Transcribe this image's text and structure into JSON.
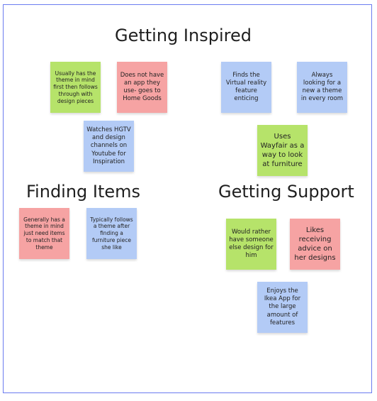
{
  "sections": {
    "inspired": "Getting Inspired",
    "finding": "Finding Items",
    "support": "Getting Support"
  },
  "notes": {
    "n1": "Usually has the theme in mind first then follows through with design pieces",
    "n2": "Does not have an app they use- goes to Home Goods",
    "n3": "Watches HGTV and design channels on Youtube for Inspiration",
    "n4": "Finds the Virtual reality feature enticing",
    "n5": "Always looking for a new a theme in every room",
    "n6": "Uses Wayfair as a way to look at furniture",
    "n7": "Generally has a theme in mind just need items to match that theme",
    "n8": "Typically follows a theme after finding a furniture piece she like",
    "n9": "Would rather have someone else design for him",
    "n10": "Likes receiving advice on her designs",
    "n11": "Enjoys the Ikea App for the large amount of features"
  },
  "colors": {
    "green": "#b6e36a",
    "red": "#f6a3a3",
    "blue": "#b3cbf6",
    "border": "#6b7cf0"
  }
}
